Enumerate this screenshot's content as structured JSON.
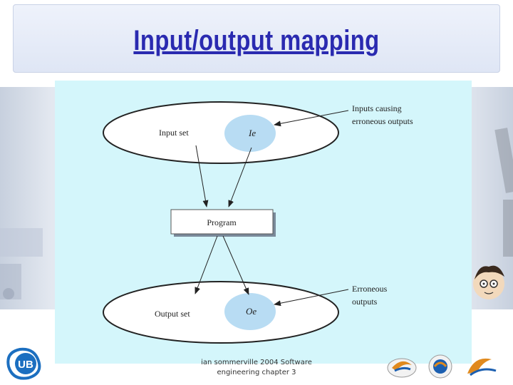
{
  "slide": {
    "title": "Input/output mapping",
    "footer_line1": "ian sommerville 2004 Software",
    "footer_line2": "engineering chapter 3"
  },
  "diagram": {
    "input_set_label": "Input set",
    "input_subset_label": "Ie",
    "program_label": "Program",
    "output_set_label": "Output set",
    "output_subset_label": "Oe",
    "annotation_inputs_line1": "Inputs causing",
    "annotation_inputs_line2": "erroneous outputs",
    "annotation_outputs_line1": "Erroneous",
    "annotation_outputs_line2": "outputs"
  },
  "colors": {
    "title": "#2a2ab0",
    "diagram_background": "#d4f6fb",
    "ellipse_fill": "#ffffff",
    "subset_fill": "#b8dcf3",
    "program_fill": "#ffffff"
  },
  "logos": {
    "left": "ub-logo",
    "right": [
      "partner-logo-1",
      "partner-logo-2",
      "partner-logo-3"
    ]
  }
}
